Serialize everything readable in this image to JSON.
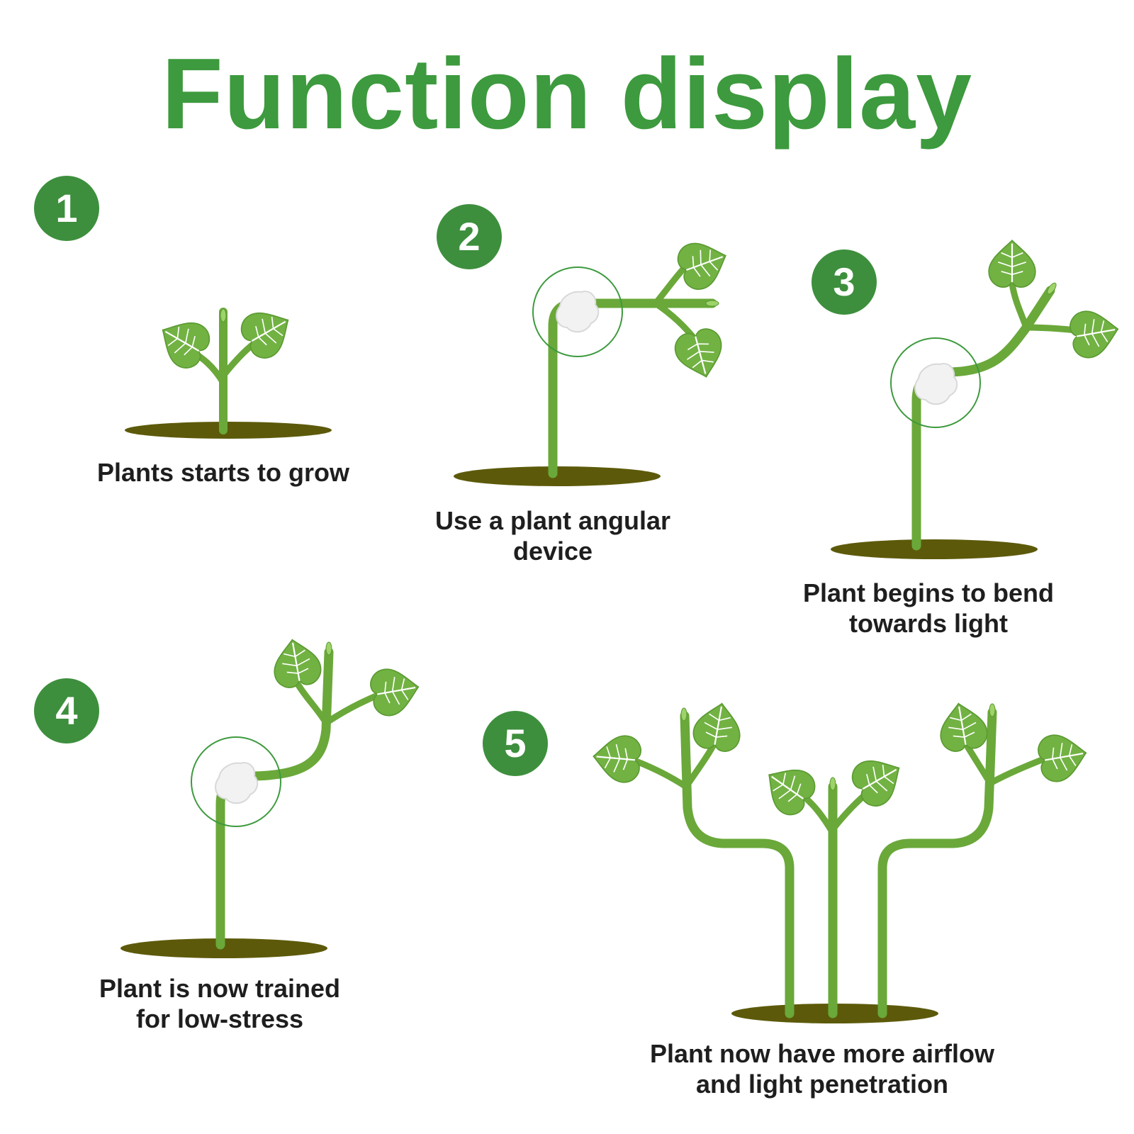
{
  "title": "Function display",
  "colors": {
    "title_green": "#3d9a3e",
    "badge_green": "#3d8f3d",
    "stem_green": "#6aa83a",
    "leaf_green": "#72b243",
    "soil": "#5c5a0a",
    "caption_text": "#1e1e1e"
  },
  "steps": [
    {
      "number": "1",
      "caption_lines": [
        "Plants starts to grow"
      ]
    },
    {
      "number": "2",
      "caption_lines": [
        "Use a plant angular",
        "device"
      ]
    },
    {
      "number": "3",
      "caption_lines": [
        "Plant begins to bend",
        "towards light"
      ]
    },
    {
      "number": "4",
      "caption_lines": [
        "Plant is now trained",
        "for low-stress"
      ]
    },
    {
      "number": "5",
      "caption_lines": [
        "Plant now have more airflow",
        "and light penetration"
      ]
    }
  ]
}
